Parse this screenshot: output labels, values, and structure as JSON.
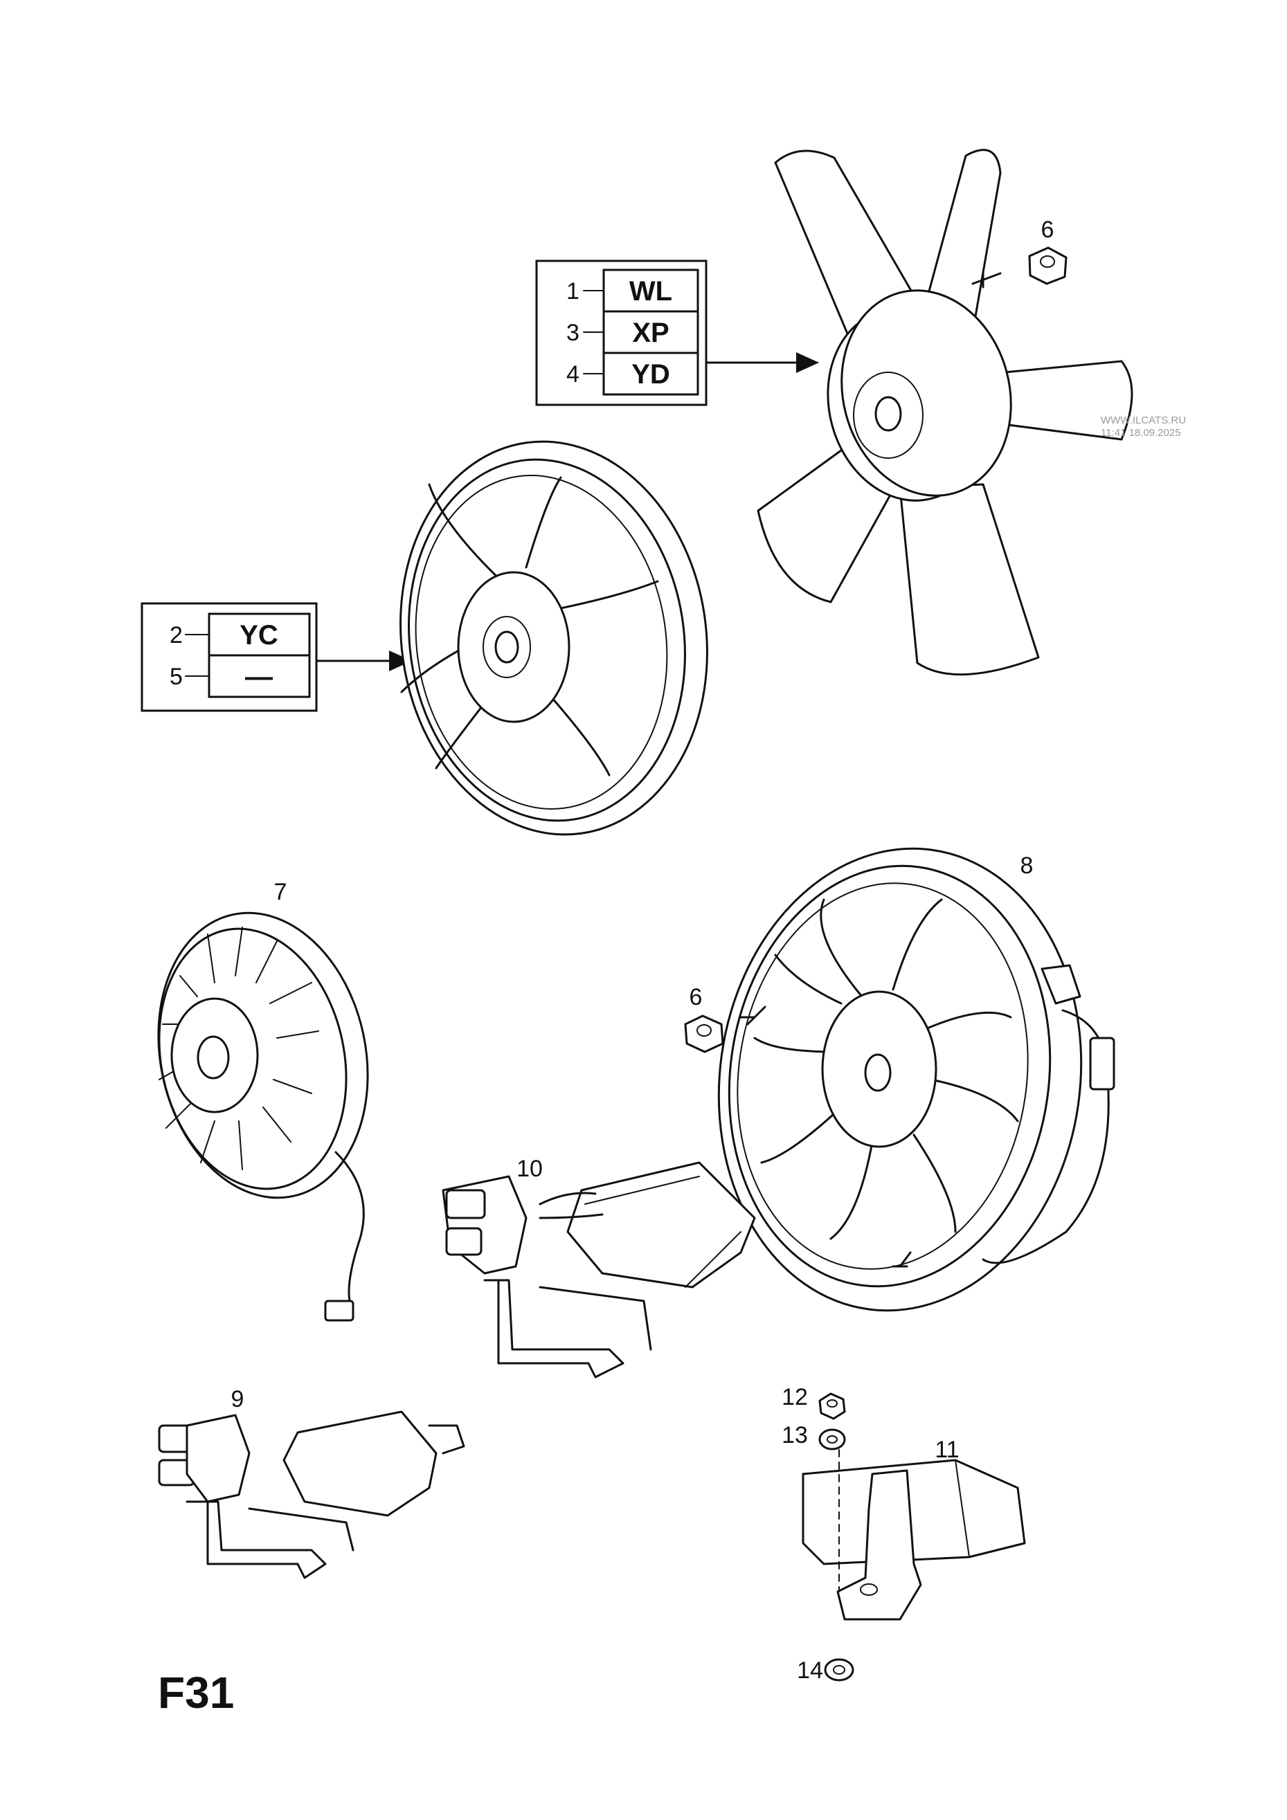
{
  "page_code": "F31",
  "watermark": [
    "WWW.ILCATS.RU",
    "11:41 18.09.2025"
  ],
  "reference_table_upper": {
    "rows": [
      {
        "item": "1",
        "code": "WL"
      },
      {
        "item": "3",
        "code": "XP"
      },
      {
        "item": "4",
        "code": "YD"
      }
    ]
  },
  "reference_table_lower": {
    "rows": [
      {
        "item": "2",
        "code": "YC"
      },
      {
        "item": "5",
        "code": "—"
      }
    ]
  },
  "callouts": {
    "nut_upper": "6",
    "fan_7": "7",
    "fan_8": "8",
    "nut_lower": "6",
    "resistor_10": "10",
    "resistor_9": "9",
    "module_11": "11",
    "nut_12": "12",
    "washer_13": "13",
    "washer_14": "14"
  },
  "icons": [
    "five-blade-fan-icon",
    "shrouded-fan-icon",
    "electric-fan-motor-icon",
    "fan-shroud-assembly-icon",
    "flange-nut-icon",
    "resistor-bracket-icon",
    "control-module-icon",
    "washer-icon"
  ]
}
